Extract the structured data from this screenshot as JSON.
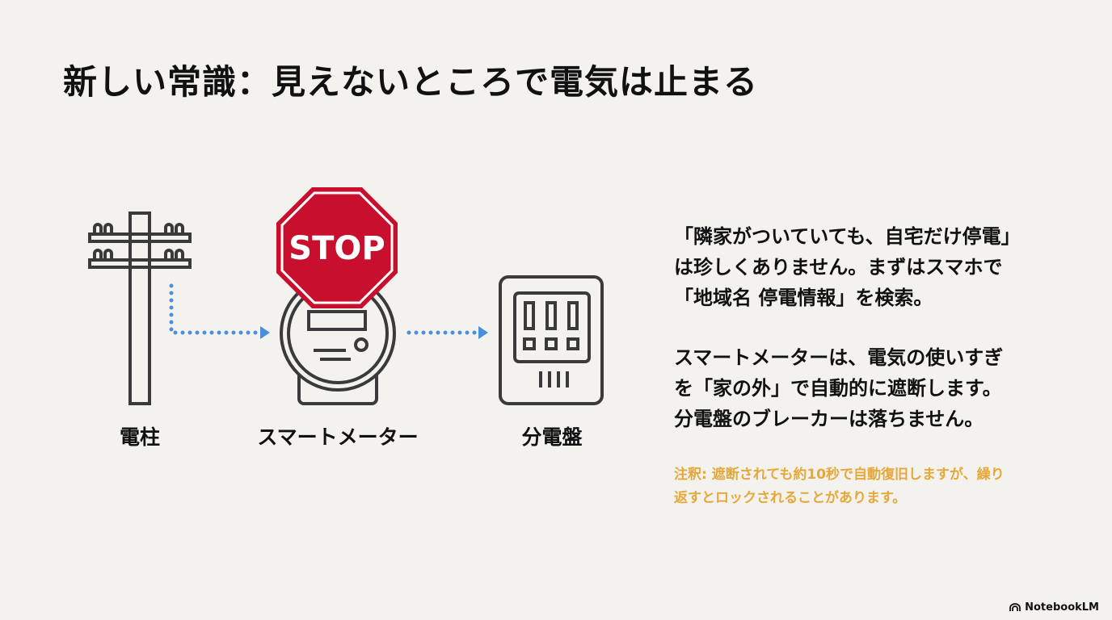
{
  "title": "新しい常識：見えないところで電気は止まる",
  "diagram": {
    "pole_label": "電柱",
    "meter_label": "スマートメーター",
    "panel_label": "分電盤",
    "stop_sign_text": "STOP",
    "colors": {
      "stop": "#c8102e",
      "arrow": "#4a8fd9",
      "outline": "#3a3a3a"
    }
  },
  "paragraph1": [
    "「隣家がついていても、自宅だけ停電」",
    "は珍しくありません。まずはスマホで",
    "「地域名 停電情報」を検索。"
  ],
  "paragraph2": [
    "スマートメーターは、電気の使いすぎ",
    "を「家の外」で自動的に遮断します。",
    "分電盤のブレーカーは落ちません。"
  ],
  "note": [
    "注釈: 遮断されても約10秒で自動復旧しますが、繰り",
    "返すとロックされることがあります。"
  ],
  "note_color": "#e6a83a",
  "brand": "NotebookLM"
}
